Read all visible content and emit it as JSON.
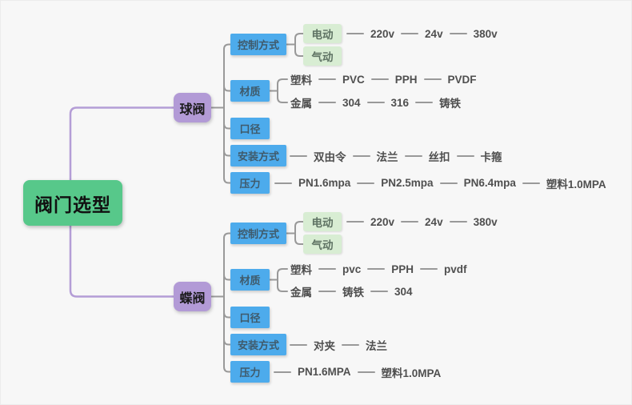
{
  "root": {
    "label": "阀门选型"
  },
  "branches": [
    {
      "label": "球阀",
      "children": [
        {
          "label": "控制方式",
          "children": [
            {
              "label": "电动",
              "children": [
                {
                  "label": "220v"
                },
                {
                  "label": "24v"
                },
                {
                  "label": "380v"
                }
              ]
            },
            {
              "label": "气动",
              "children": []
            }
          ]
        },
        {
          "label": "材质",
          "children": [
            {
              "label": "塑料",
              "children": [
                {
                  "label": "PVC"
                },
                {
                  "label": "PPH"
                },
                {
                  "label": "PVDF"
                }
              ]
            },
            {
              "label": "金属",
              "children": [
                {
                  "label": "304"
                },
                {
                  "label": "316"
                },
                {
                  "label": "铸铁"
                }
              ]
            }
          ]
        },
        {
          "label": "口径",
          "children": []
        },
        {
          "label": "安装方式",
          "children": [
            {
              "label": "双由令"
            },
            {
              "label": "法兰"
            },
            {
              "label": "丝扣"
            },
            {
              "label": "卡箍"
            }
          ]
        },
        {
          "label": "压力",
          "children": [
            {
              "label": "PN1.6mpa"
            },
            {
              "label": "PN2.5mpa"
            },
            {
              "label": "PN6.4mpa"
            },
            {
              "label": "塑料1.0MPA"
            }
          ]
        }
      ]
    },
    {
      "label": "蝶阀",
      "children": [
        {
          "label": "控制方式",
          "children": [
            {
              "label": "电动",
              "children": [
                {
                  "label": "220v"
                },
                {
                  "label": "24v"
                },
                {
                  "label": "380v"
                }
              ]
            },
            {
              "label": "气动",
              "children": []
            }
          ]
        },
        {
          "label": "材质",
          "children": [
            {
              "label": "塑料",
              "children": [
                {
                  "label": "pvc"
                },
                {
                  "label": "PPH"
                },
                {
                  "label": "pvdf"
                }
              ]
            },
            {
              "label": "金属",
              "children": [
                {
                  "label": "铸铁"
                },
                {
                  "label": "304"
                }
              ]
            }
          ]
        },
        {
          "label": "口径",
          "children": []
        },
        {
          "label": "安装方式",
          "children": [
            {
              "label": "对夹"
            },
            {
              "label": "法兰"
            }
          ]
        },
        {
          "label": "压力",
          "children": [
            {
              "label": "PN1.6MPA"
            },
            {
              "label": "塑料1.0MPA"
            }
          ]
        }
      ]
    }
  ],
  "colors": {
    "background": "#f7f7f7",
    "root_node": "#57c88a",
    "branch_node": "#b29ad6",
    "category_node": "#4dabec",
    "leaf_box_node": "#d8edd3",
    "connector": "#999999",
    "branch_connector": "#b49dd6"
  }
}
